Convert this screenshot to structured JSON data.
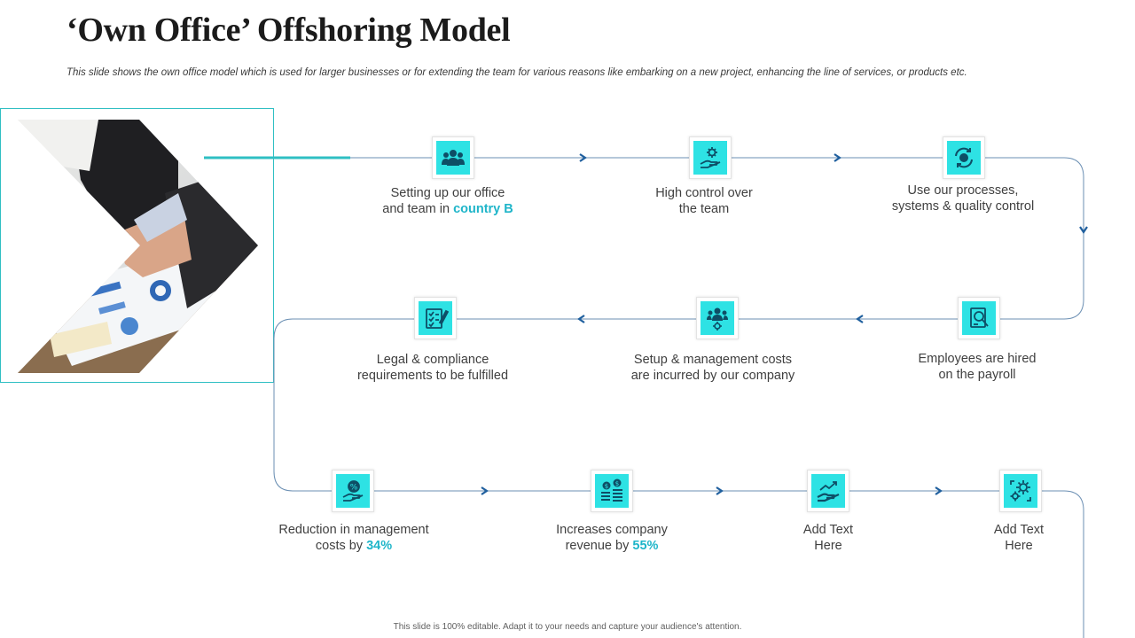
{
  "title": "‘Own Office’ Offshoring Model",
  "subtitle": "This slide shows the own office model which is used for larger businesses or for extending the team for various reasons like embarking on a new project, enhancing the line of services, or products etc.",
  "steps": [
    {
      "icon": "team-icon",
      "line1": "Setting up our office",
      "line2_pre": "and team in ",
      "line2_hl": "country B",
      "line2_post": ""
    },
    {
      "icon": "hand-gear-icon",
      "line1": "High control over",
      "line2_pre": "the team",
      "line2_hl": "",
      "line2_post": ""
    },
    {
      "icon": "process-cycle-icon",
      "line1": "Use our processes,",
      "line2_pre": "systems & quality control",
      "line2_hl": "",
      "line2_post": ""
    },
    {
      "icon": "search-document-icon",
      "line1": "Employees are hired",
      "line2_pre": "on the payroll",
      "line2_hl": "",
      "line2_post": ""
    },
    {
      "icon": "team-gear-icon",
      "line1": "Setup & management costs",
      "line2_pre": "are incurred by our company",
      "line2_hl": "",
      "line2_post": ""
    },
    {
      "icon": "checklist-icon",
      "line1": "Legal & compliance",
      "line2_pre": "requirements to be fulfilled",
      "line2_hl": "",
      "line2_post": ""
    },
    {
      "icon": "hand-coin-icon",
      "line1": "Reduction in management",
      "line2_pre": "costs by ",
      "line2_hl": "34%",
      "line2_post": ""
    },
    {
      "icon": "coins-chart-icon",
      "line1": "Increases company",
      "line2_pre": "revenue by ",
      "line2_hl": "55%",
      "line2_post": ""
    },
    {
      "icon": "hand-growth-icon",
      "line1": "Add Text",
      "line2_pre": "Here",
      "line2_hl": "",
      "line2_post": ""
    },
    {
      "icon": "gears-icon",
      "line1": "Add Text",
      "line2_pre": "Here",
      "line2_hl": "",
      "line2_post": ""
    }
  ],
  "footer": "This slide is 100% editable. Adapt it to your needs and capture your audience's attention.",
  "colors": {
    "accent": "#2ee2e4",
    "accent_text": "#1fb5c9",
    "frame": "#2fbfc3",
    "connector": "#6b8fb3",
    "arrow": "#1f5f9e"
  }
}
